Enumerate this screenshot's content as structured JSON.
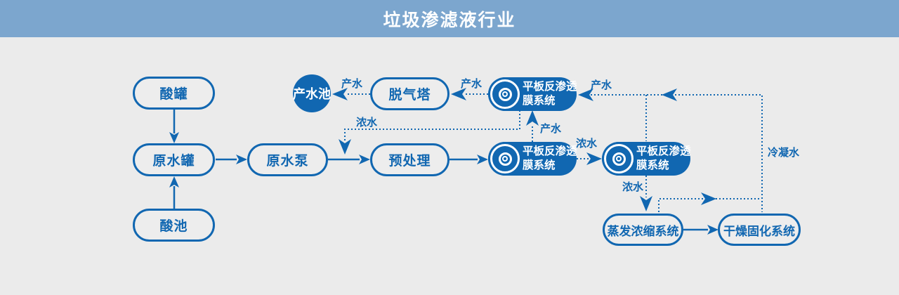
{
  "header": {
    "title": "垃圾渗滤液行业"
  },
  "nodes": {
    "acid_tank": "酸罐",
    "raw_water_tank": "原水罐",
    "acid_pool": "酸池",
    "raw_water_pump": "原水泵",
    "pretreatment": "预处理",
    "degassing_tower": "脱气塔",
    "product_water_pool": "产水池",
    "ro_top": {
      "line1": "平板反渗透",
      "line2": "膜系统"
    },
    "ro_stage1": {
      "line1": "平板反渗透",
      "line2": "膜系统"
    },
    "ro_stage2": {
      "line1": "平板反渗透",
      "line2": "膜系统"
    },
    "evaporation": "蒸发浓缩系统",
    "drying": "干燥固化系统"
  },
  "flow_labels": {
    "product_to_pool": "产水",
    "product_to_degasser": "产水",
    "product_stage2_return": "产水",
    "product_stage1_up": "产水",
    "concentrate_recycle": "浓水",
    "concentrate_stage1_to_stage2": "浓水",
    "concentrate_to_evaporation": "浓水",
    "condensate_return": "冷凝水"
  },
  "colors": {
    "accent_blue": "#1167b1",
    "header_bg": "#7ca6ce",
    "page_bg": "#ebebeb"
  }
}
